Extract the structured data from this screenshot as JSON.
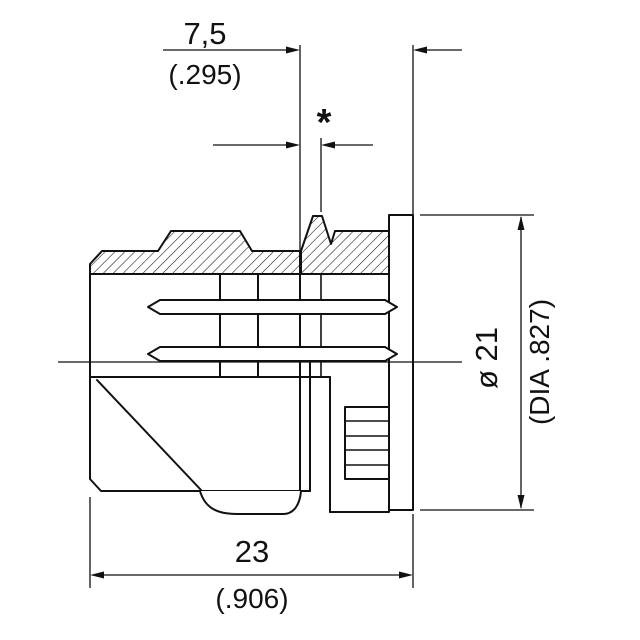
{
  "drawing": {
    "kind": "connector-cross-section",
    "line_color": "#111111",
    "background_color": "#ffffff",
    "dimensions": {
      "top_gap": {
        "mm": "7,5",
        "inch": "(.295)"
      },
      "unspecified_gap": {
        "symbol": "*"
      },
      "flange_diameter": {
        "mm": "ø 21",
        "inch": "(DIA .827)"
      },
      "overall_length": {
        "mm": "23",
        "inch": "(.906)"
      }
    }
  }
}
